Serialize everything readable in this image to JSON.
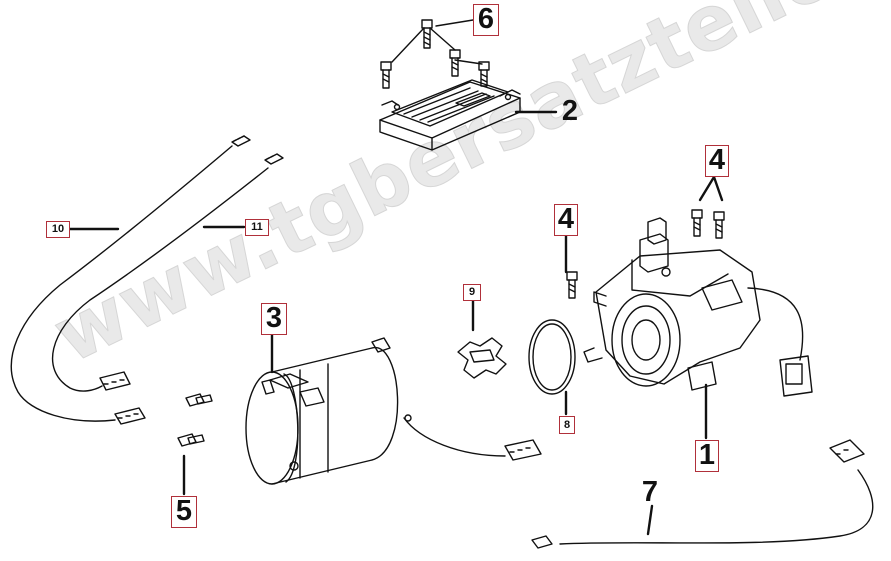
{
  "watermark": "www.tgbersatzteile.de",
  "callouts": {
    "part_1": "1",
    "part_2": "2",
    "part_3": "3",
    "part_4a": "4",
    "part_4b": "4",
    "part_5": "5",
    "part_6": "6",
    "part_7": "7",
    "part_8": "8",
    "part_9": "9",
    "part_10": "10",
    "part_11": "11"
  }
}
